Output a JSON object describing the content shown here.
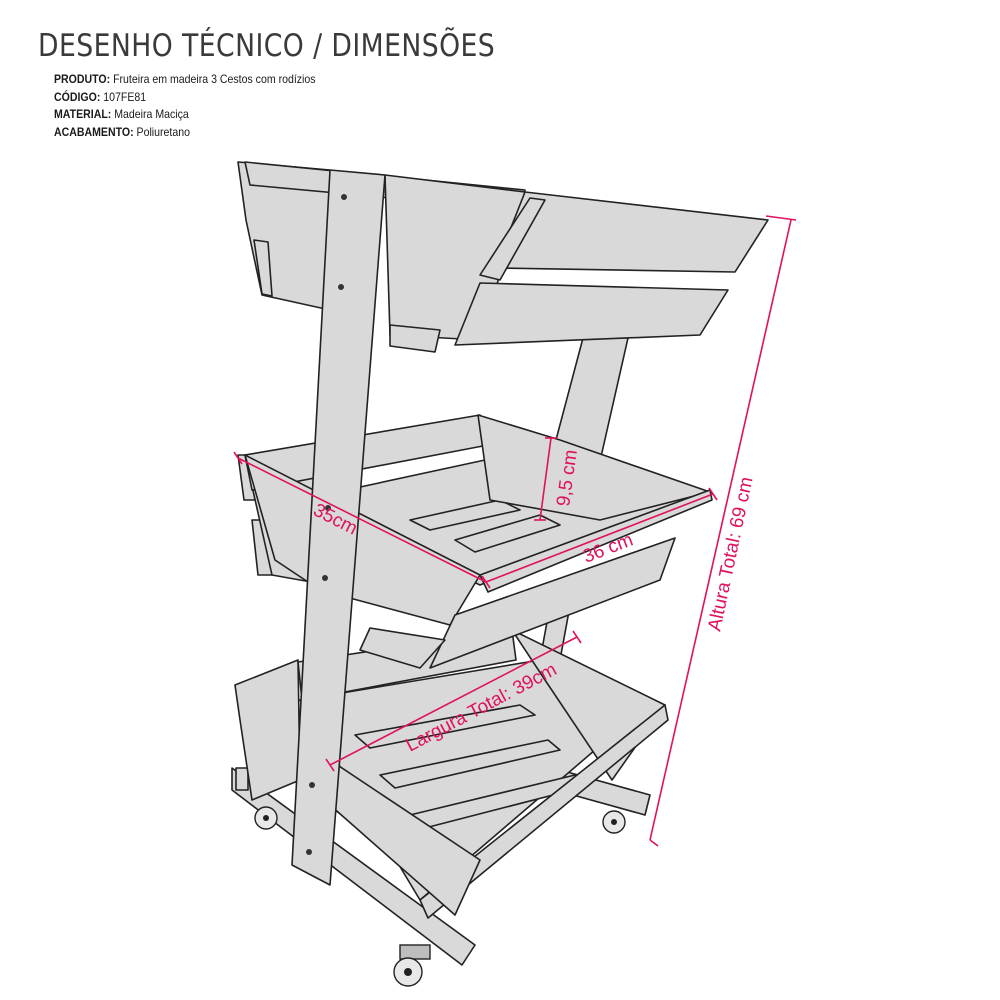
{
  "title": "DESENHO TÉCNICO / DIMENSÕES",
  "specs": [
    {
      "label": "PRODUTO:",
      "value": "Fruteira em madeira 3 Cestos com rodízios"
    },
    {
      "label": "CÓDIGO:",
      "value": "107FE81"
    },
    {
      "label": "MATERIAL:",
      "value": "Madeira Maciça"
    },
    {
      "label": "ACABAMENTO:",
      "value": "Poliuretano"
    }
  ],
  "dimensions": {
    "depth": "35cm",
    "width": "36 cm",
    "height": "9,5 cm",
    "total_width": "Largura Total: 39cm",
    "total_height": "Altura Total: 69 cm"
  },
  "colors": {
    "dimension": "#e0115f",
    "wood_fill": "#d9d9d9",
    "outline": "#222222"
  }
}
